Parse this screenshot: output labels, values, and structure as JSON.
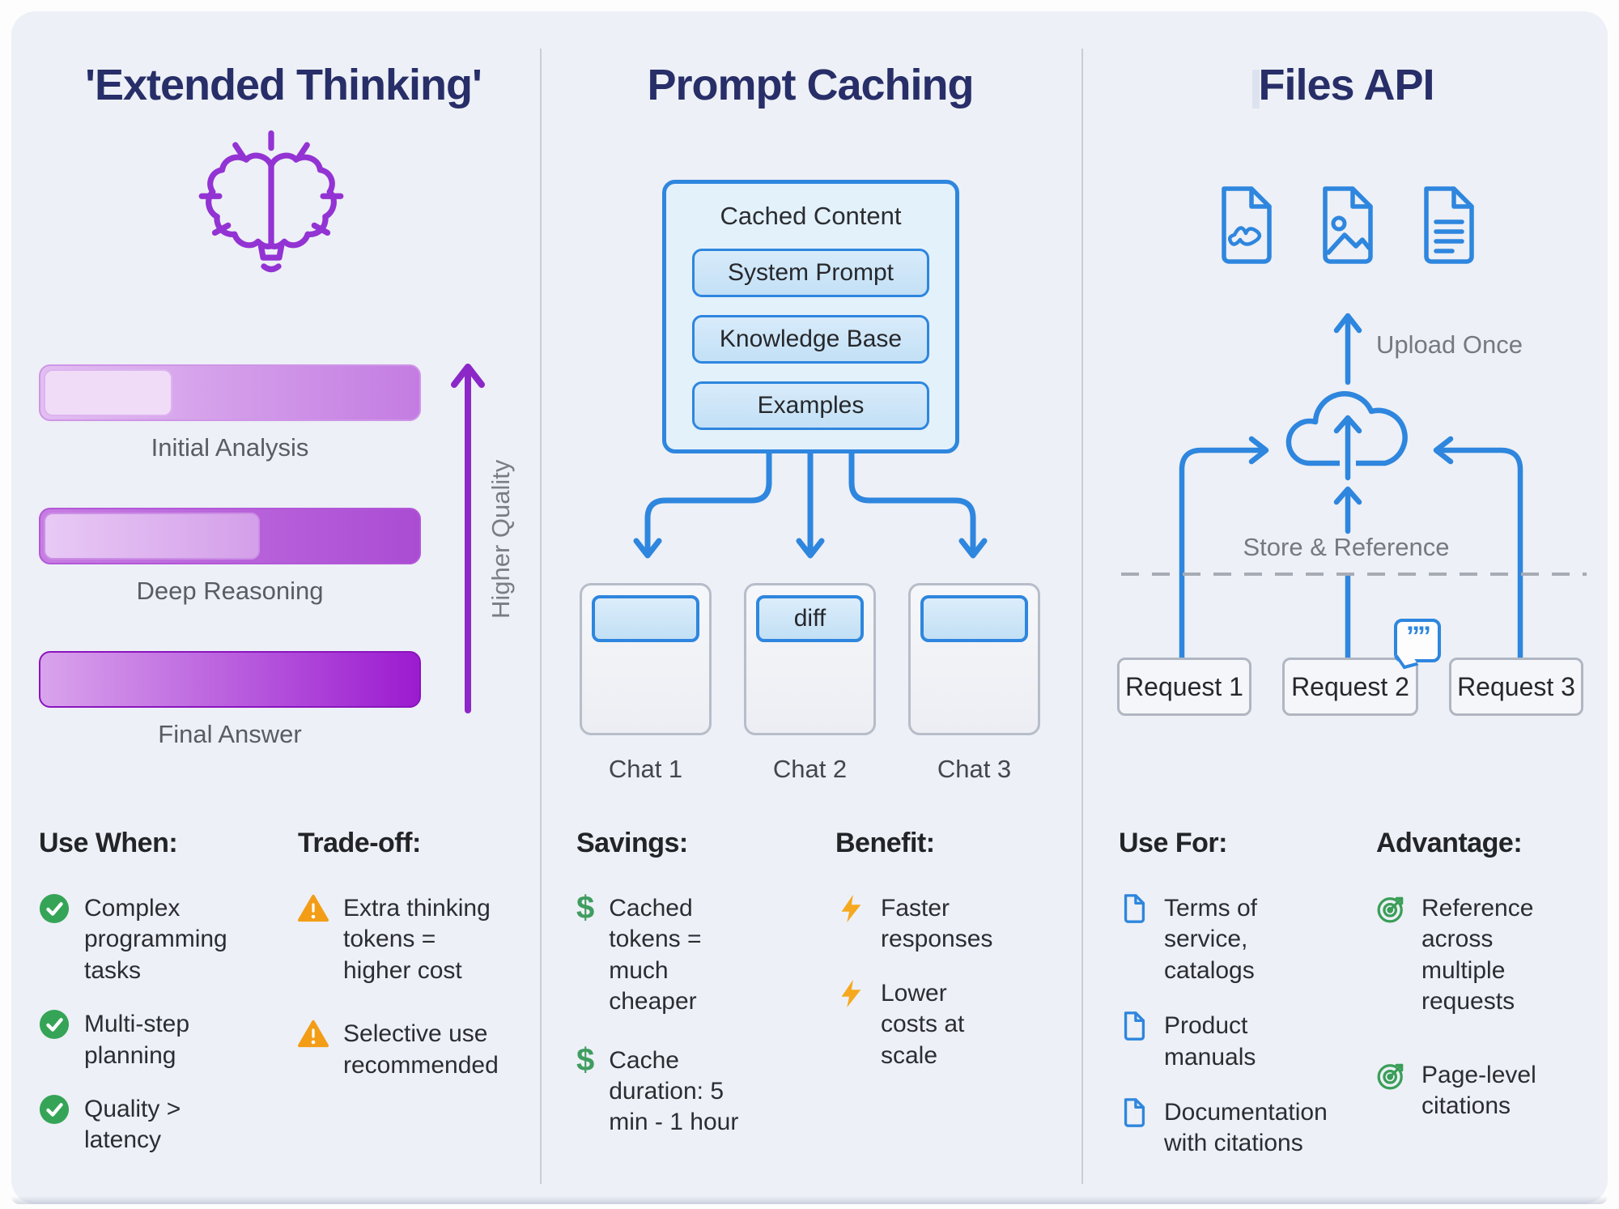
{
  "col1": {
    "title": "'Extended Thinking'",
    "bars": [
      {
        "label": "Initial Analysis"
      },
      {
        "label": "Deep Reasoning"
      },
      {
        "label": "Final Answer"
      }
    ],
    "axis_label": "Higher Quality",
    "use_when": {
      "heading": "Use When:",
      "items": [
        "Complex programming tasks",
        "Multi-step planning",
        "Quality > latency"
      ]
    },
    "trade_off": {
      "heading": "Trade-off:",
      "items": [
        "Extra thinking tokens = higher cost",
        "Selective use recommended"
      ]
    }
  },
  "col2": {
    "title": "Prompt Caching",
    "cache_box": {
      "title": "Cached Content",
      "layers": [
        "System Prompt",
        "Knowledge Base",
        "Examples"
      ]
    },
    "chats": [
      {
        "header": "",
        "label": "Chat 1"
      },
      {
        "header": "diff",
        "label": "Chat 2"
      },
      {
        "header": "",
        "label": "Chat 3"
      }
    ],
    "savings": {
      "heading": "Savings:",
      "items": [
        "Cached tokens = much cheaper",
        "Cache duration: 5 min - 1 hour"
      ]
    },
    "benefit": {
      "heading": "Benefit:",
      "items": [
        "Faster responses",
        "Lower costs at scale"
      ]
    }
  },
  "col3": {
    "title": "Files API",
    "upload_label": "Upload Once",
    "store_label": "Store & Reference",
    "requests": [
      "Request 1",
      "Request 2",
      "Request 3"
    ],
    "quote_glyph": "””",
    "dollar_glyph": "$",
    "use_for": {
      "heading": "Use For:",
      "items": [
        "Terms of service, catalogs",
        "Product manuals",
        "Documentation with citations"
      ]
    },
    "advantage": {
      "heading": "Advantage:",
      "items": [
        "Reference across multiple requests",
        "Page-level citations"
      ]
    }
  },
  "colors": {
    "accent_blue": "#2e86de",
    "accent_purple": "#9333d3",
    "title_navy": "#272e68",
    "green": "#35a457",
    "orange": "#f39d17",
    "background": "#edf0f6"
  }
}
